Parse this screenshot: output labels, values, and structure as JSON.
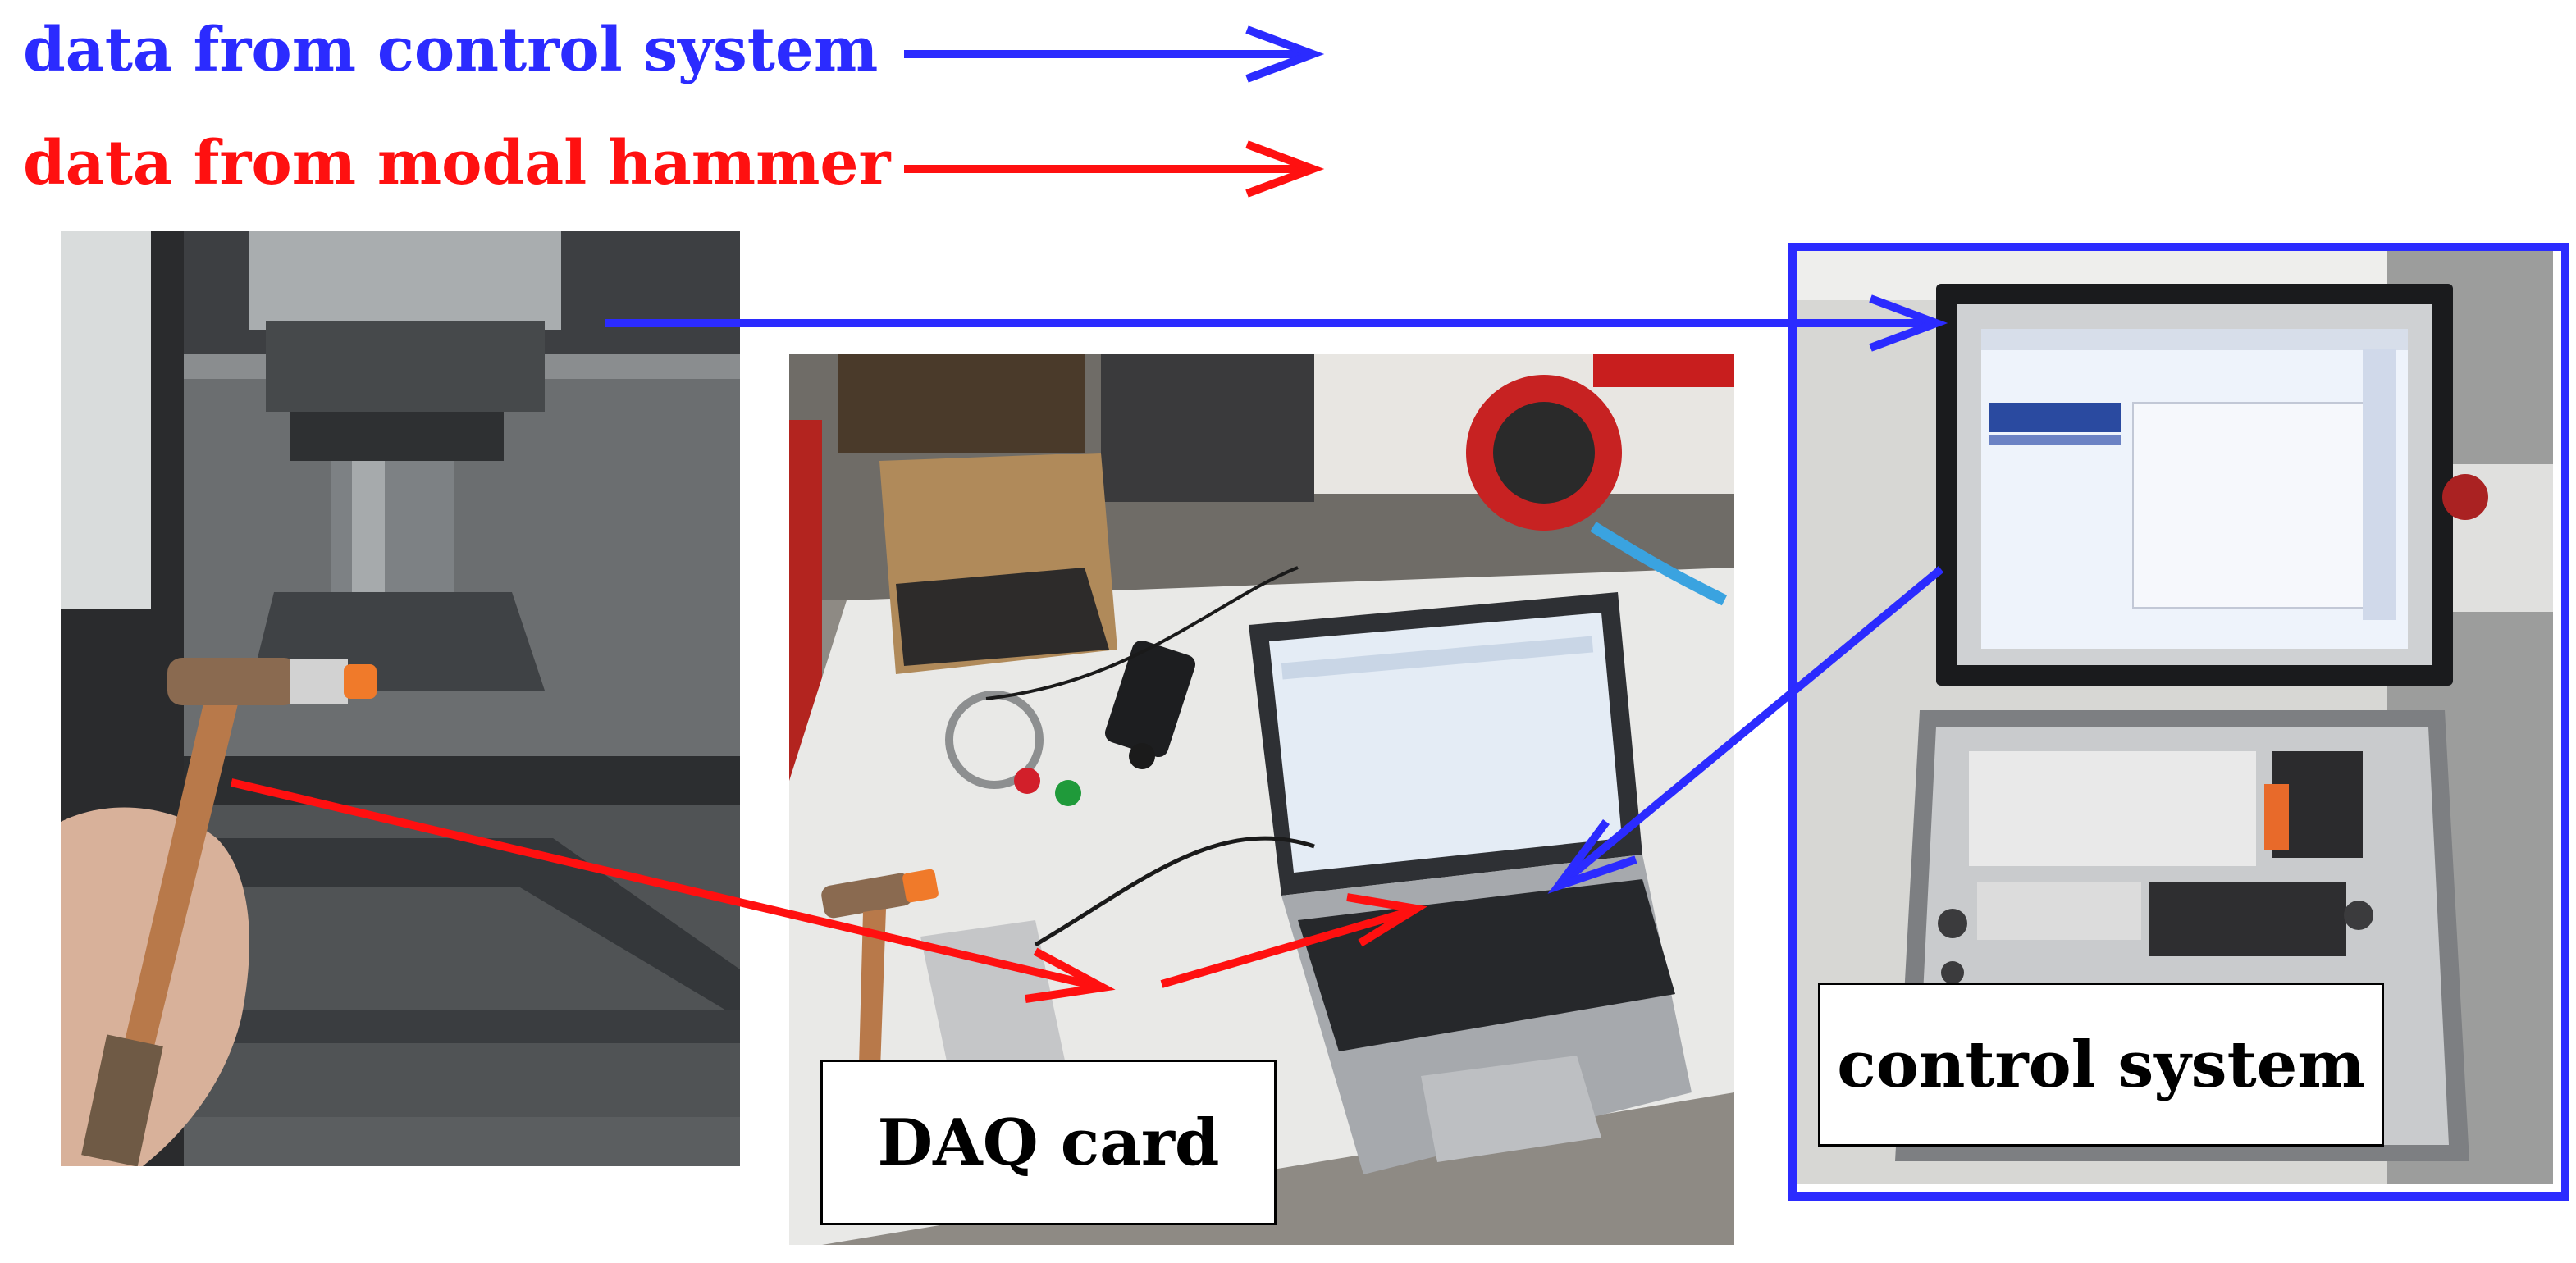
{
  "legend": {
    "control_system": "data from control system",
    "modal_hammer": "data from modal hammer"
  },
  "labels": {
    "daq_card": "DAQ card",
    "control_system": "control system"
  },
  "colors": {
    "control_system_data": "#2b2bff",
    "modal_hammer_data": "#ff1010",
    "label_border": "#000000"
  }
}
